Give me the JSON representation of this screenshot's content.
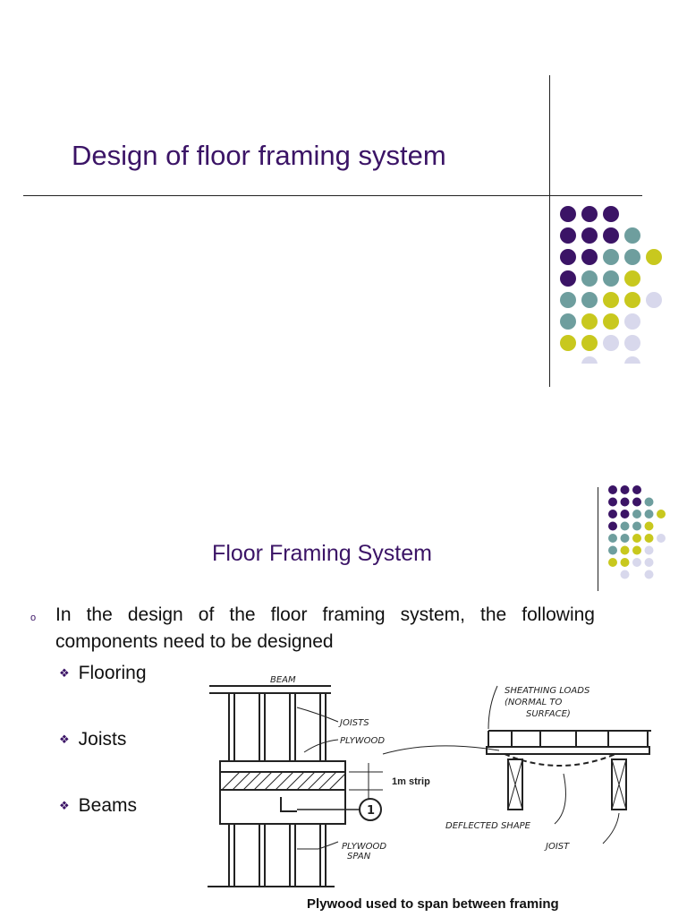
{
  "slide1": {
    "title": "Design of floor framing system"
  },
  "slide2": {
    "title": "Floor Framing System",
    "bullet_marker": "o",
    "paragraph": "In the design of the floor framing system, the following components need to be designed",
    "sub_marker": "❖",
    "items": [
      "Flooring",
      "Joists",
      "Beams"
    ],
    "figure": {
      "left_labels": {
        "beam": "BEAM",
        "joists": "JOISTS",
        "plywood": "PLYWOOD",
        "strip": "1m strip",
        "callout": "1",
        "plywood_span_1": "PLYWOOD",
        "plywood_span_2": "SPAN"
      },
      "right_labels": {
        "loads_1": "SHEATHING LOADS",
        "loads_2": "(NORMAL TO",
        "loads_3": "SURFACE)",
        "deflected": "DEFLECTED SHAPE",
        "joist": "JOIST"
      }
    },
    "caption": "Plywood used to span between framing"
  },
  "colors": {
    "title": "#3b1466",
    "dot_purple": "#3b1466",
    "dot_teal": "#6e9e9e",
    "dot_yellow": "#c8c81e",
    "dot_lavender": "#d8d8ec"
  },
  "dot_grid": [
    [
      "P",
      "P",
      "P",
      null,
      null
    ],
    [
      "P",
      "P",
      "P",
      "T",
      null
    ],
    [
      "P",
      "P",
      "T",
      "T",
      "Y"
    ],
    [
      "P",
      "T",
      "T",
      "Y",
      null
    ],
    [
      "T",
      "T",
      "Y",
      "Y",
      "L"
    ],
    [
      "T",
      "Y",
      "Y",
      "L",
      null
    ],
    [
      "Y",
      "Y",
      "L",
      "L",
      null
    ],
    [
      null,
      "L",
      null,
      "L",
      null
    ]
  ]
}
